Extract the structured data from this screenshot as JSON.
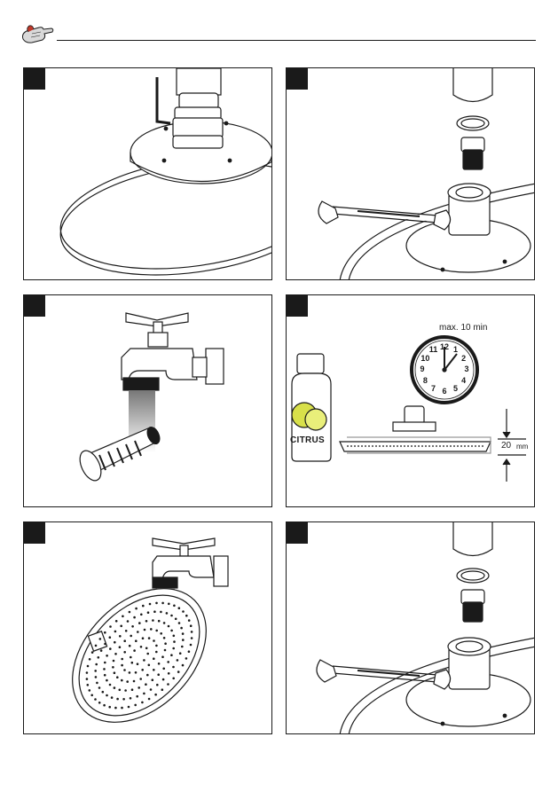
{
  "header": {
    "icon": "hand-touch-icon"
  },
  "steps": [
    {
      "id": 1,
      "icon": "hex-key-shower-arm-icon"
    },
    {
      "id": 2,
      "icon": "wrench-unscrew-icon"
    },
    {
      "id": 3,
      "icon": "faucet-rinse-filter-icon"
    },
    {
      "id": 4,
      "icon": "citrus-soak-icon",
      "bottle_label": "CITRUS",
      "time_label": "max. 10 min",
      "depth_value": "20",
      "depth_unit": "mm",
      "clock_numbers": [
        "12",
        "1",
        "2",
        "3",
        "4",
        "5",
        "6",
        "7",
        "8",
        "9",
        "10",
        "11"
      ]
    },
    {
      "id": 5,
      "icon": "faucet-rinse-showerhead-icon"
    },
    {
      "id": 6,
      "icon": "wrench-tighten-icon"
    }
  ]
}
